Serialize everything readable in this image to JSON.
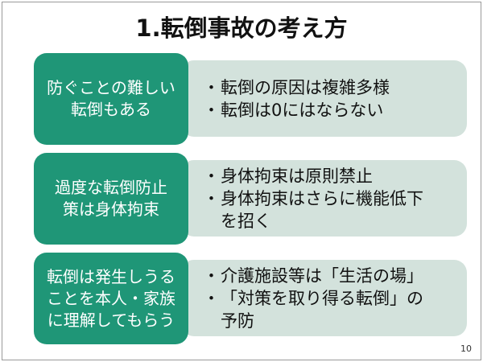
{
  "title": "1.転倒事故の考え方",
  "rows": [
    {
      "heading": [
        "防ぐことの難しい",
        "転倒もある"
      ],
      "bullets": [
        "転倒の原因は複雑多様",
        "転倒は0にはならない"
      ]
    },
    {
      "heading": [
        "過度な転倒防止",
        "策は身体拘束"
      ],
      "bullets": [
        "身体拘束は原則禁止",
        "身体拘束はさらに機能低下",
        "を招く"
      ]
    },
    {
      "heading": [
        "転倒は発生しうる",
        "ことを本人・家族",
        "に理解してもらう"
      ],
      "bullets": [
        "介護施設等は「生活の場」",
        "「対策を取り得る転倒」の",
        "予防"
      ]
    }
  ],
  "bullet_char": "・",
  "page_number": "10"
}
